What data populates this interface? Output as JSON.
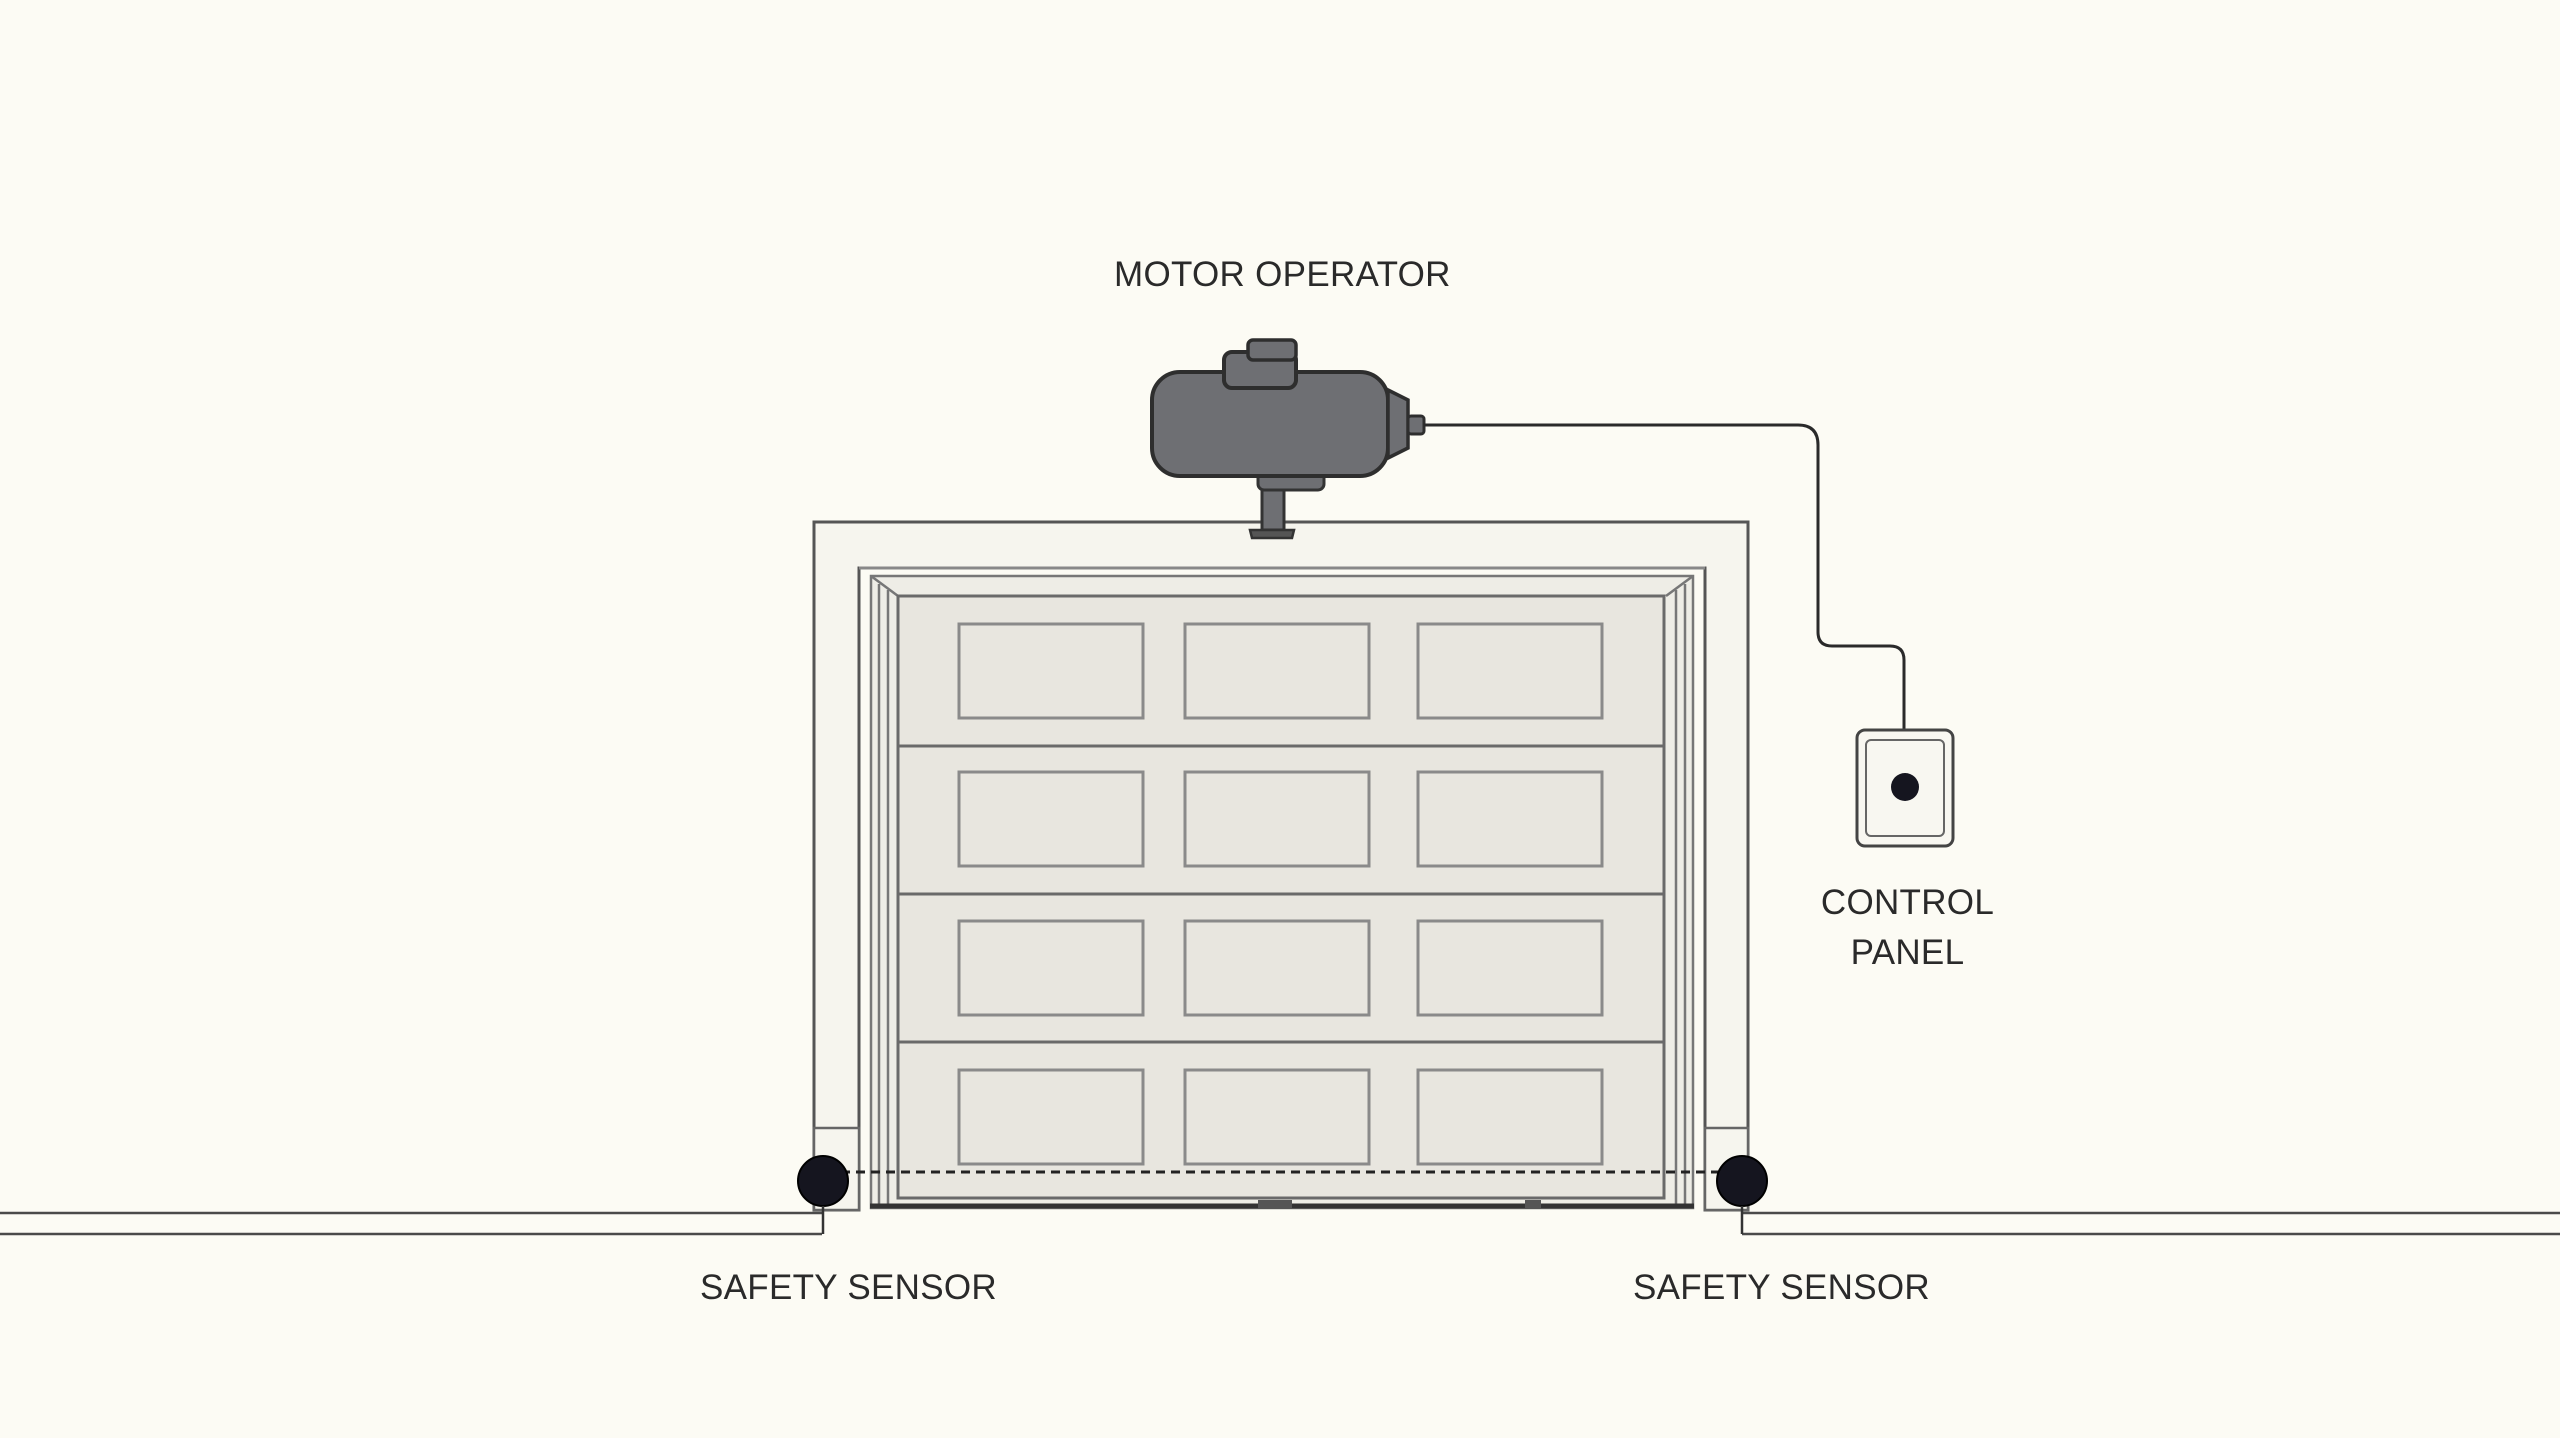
{
  "labels": {
    "motor_operator": "MOTOR OPERATOR",
    "control_panel_line1": "CONTROL",
    "control_panel_line2": "PANEL",
    "safety_sensor_left": "SAFETY SENSOR",
    "safety_sensor_right": "SAFETY SENSOR"
  },
  "colors": {
    "background": "#fcfbf4",
    "line": "#3a3a3a",
    "door_fill": "#e8e6df",
    "motor_fill": "#6e6f73",
    "sensor_fill": "#15151f"
  },
  "door": {
    "panel_rows": 4,
    "panels_per_row": 3
  }
}
